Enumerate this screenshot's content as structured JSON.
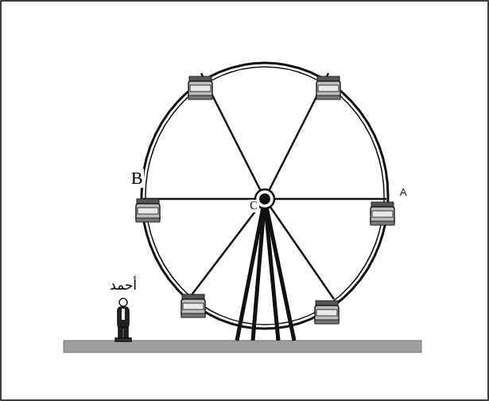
{
  "diagram": {
    "labels": [
      "B",
      "C",
      "A",
      "أحمد"
    ]
  }
}
